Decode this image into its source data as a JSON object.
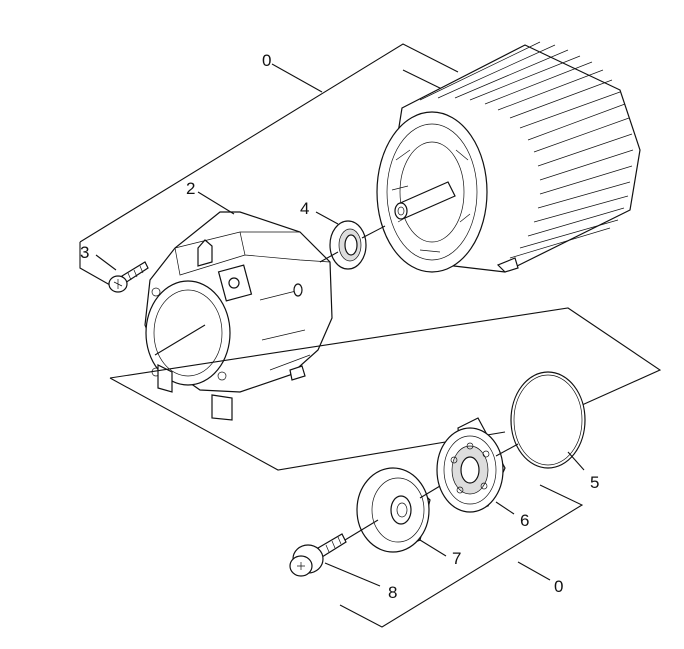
{
  "labels": {
    "l0_top": "0",
    "l2": "2",
    "l3": "3",
    "l4": "4",
    "l5": "5",
    "l6": "6",
    "l7": "7",
    "l8": "8",
    "l0_bottom": "0"
  }
}
